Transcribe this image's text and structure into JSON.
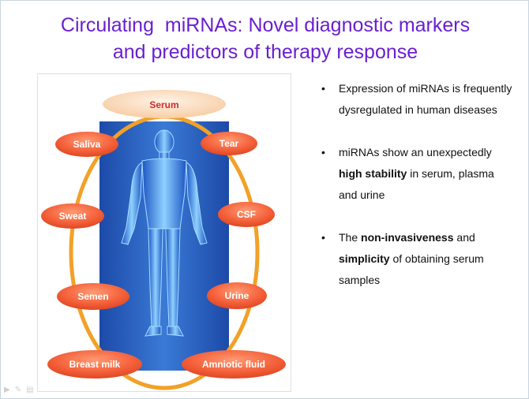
{
  "slide": {
    "title_line1": "Circulating  miRNAs: Novel diagnostic markers",
    "title_line2": "and predictors of therapy response"
  },
  "diagram": {
    "top": "Serum",
    "left": [
      "Saliva",
      "Sweat",
      "Semen",
      "Breast milk"
    ],
    "right": [
      "Tear",
      "CSF",
      "Urine",
      "Amniotic fluid"
    ]
  },
  "bullets": [
    {
      "pre": "Expression of miRNAs is frequently dysregulated in human diseases",
      "bold": "",
      "post": "",
      "bold2": "",
      "post2": ""
    },
    {
      "pre": "miRNAs show an unexpectedly ",
      "bold": "high stability",
      "post": " in serum, plasma and urine",
      "bold2": "",
      "post2": ""
    },
    {
      "pre": "The ",
      "bold": "non-invasiveness",
      "post": " and ",
      "bold2": "simplicity",
      "post2": " of obtaining serum samples"
    }
  ],
  "colors": {
    "title": "#6a1fd0",
    "oval_fill": "#f4663a",
    "ring": "#f2a128",
    "panel": "#2a5cb8"
  },
  "icons": [
    "play-icon",
    "pen-icon",
    "menu-icon"
  ]
}
